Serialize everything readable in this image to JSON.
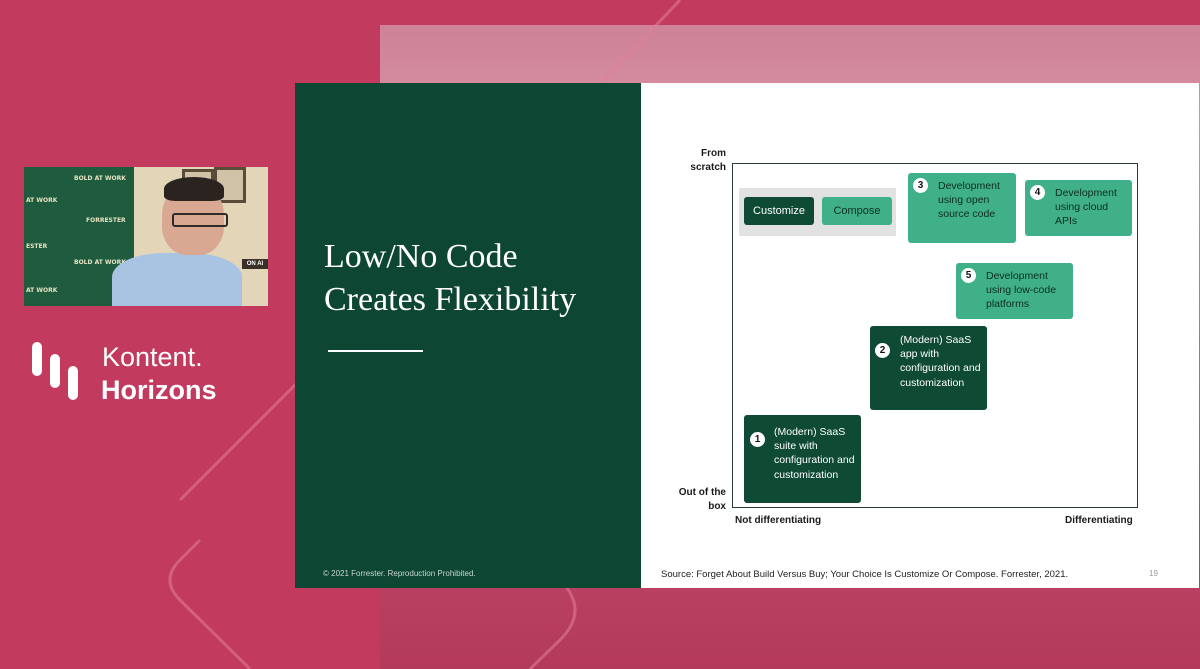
{
  "webcam": {
    "banner_lines": [
      "BOLD AT WORK",
      "AT WORK",
      "FORRESTER",
      "ESTER",
      "BOLD AT WORK",
      "AT WORK"
    ],
    "on_air": "ON AI"
  },
  "brand": {
    "name_line1": "Kontent.",
    "name_line2": "Horizons"
  },
  "slide": {
    "title_line1": "Low/No Code",
    "title_line2": "Creates Flexibility",
    "copyright": "© 2021 Forrester. Reproduction Prohibited.",
    "chart": {
      "y_top_label": "From scratch",
      "y_bottom_label": "Out of the box",
      "x_left_label": "Not differentiating",
      "x_right_label": "Differentiating",
      "legend": {
        "customize": "Customize",
        "compose": "Compose"
      },
      "items": [
        {
          "num": "1",
          "text": "(Modern) SaaS suite with configuration and customization",
          "style": "Customize"
        },
        {
          "num": "2",
          "text": "(Modern) SaaS app with configuration and customization",
          "style": "Customize"
        },
        {
          "num": "3",
          "text": "Development using open source code",
          "style": "Compose"
        },
        {
          "num": "4",
          "text": "Development using cloud APIs",
          "style": "Compose"
        },
        {
          "num": "5",
          "text": "Development using low-code platforms",
          "style": "Compose"
        }
      ]
    },
    "source": "Source: Forget About Build Versus Buy; Your Choice Is Customize Or Compose. Forrester, 2021.",
    "page_number": "19"
  },
  "colors": {
    "background": "#c23a5e",
    "slide_dark": "#0d4632",
    "customize": "#0f4a35",
    "compose": "#3fb088"
  }
}
